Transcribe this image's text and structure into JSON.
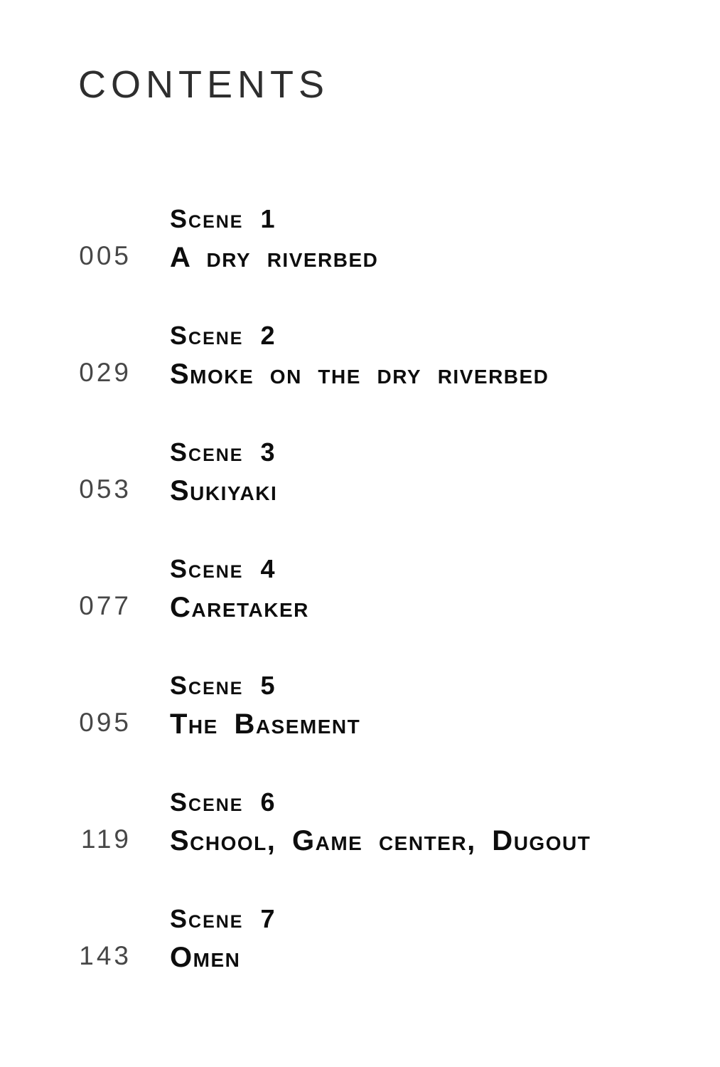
{
  "header": {
    "title": "CONTENTS"
  },
  "toc": {
    "entries": [
      {
        "page_number": "005",
        "scene_label": "Scene 1",
        "title": "A dry riverbed"
      },
      {
        "page_number": "029",
        "scene_label": "Scene 2",
        "title": "Smoke on the dry riverbed"
      },
      {
        "page_number": "053",
        "scene_label": "Scene 3",
        "title": "Sukiyaki"
      },
      {
        "page_number": "077",
        "scene_label": "Scene 4",
        "title": "Caretaker"
      },
      {
        "page_number": "095",
        "scene_label": "Scene 5",
        "title": "The Basement"
      },
      {
        "page_number": "119",
        "scene_label": "Scene 6",
        "title": "School, Game center, Dugout"
      },
      {
        "page_number": "143",
        "scene_label": "Scene 7",
        "title": "Omen"
      }
    ]
  }
}
